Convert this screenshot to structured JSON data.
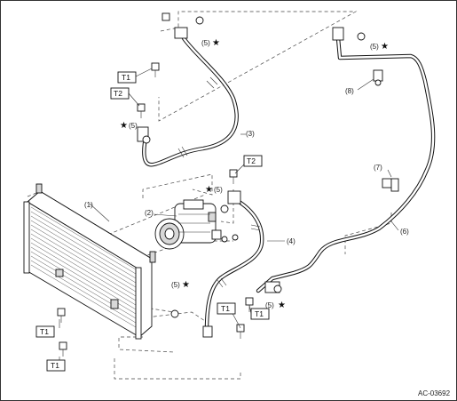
{
  "diagram_code": "AC-03692",
  "callouts": {
    "c1": "(1)",
    "c2": "(2)",
    "c3": "(3)",
    "c4": "(4)",
    "c5a": "(5)",
    "c5b": "(5)",
    "c5c": "(5)",
    "c5d": "(5)",
    "c5e": "(5)",
    "c5f": "(5)",
    "c6": "(6)",
    "c7": "(7)",
    "c8": "(8)"
  },
  "torque_tags": {
    "t1a": "T1",
    "t2a": "T2",
    "t2b": "T2",
    "t1b": "T1",
    "t1c": "T1",
    "t1d": "T1",
    "t1e": "T1"
  },
  "star_symbol": "★"
}
